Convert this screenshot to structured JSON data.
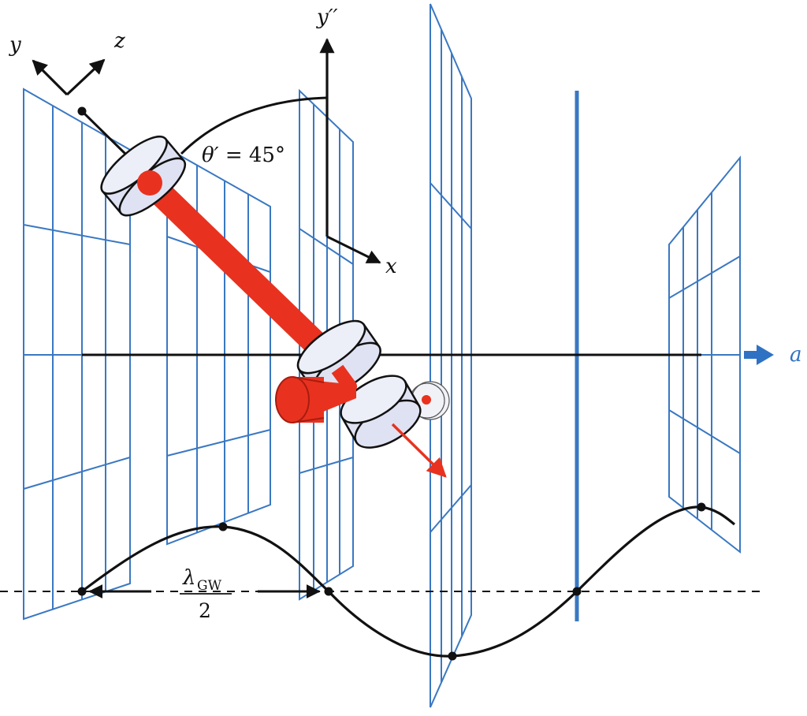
{
  "labels": {
    "axis_y": "y",
    "axis_z": "z",
    "axis_ypp": "y′′",
    "axis_x": "x",
    "angle_symbol": "θ′",
    "angle_rest": " = 45°",
    "axis_a": "a",
    "lambda_symbol": "λ",
    "lambda_sub": "GW",
    "lambda_den": "2"
  },
  "colors": {
    "grid_blue": "#3a78c2",
    "beam_red": "#e8321f",
    "outline_black": "#111111",
    "mirror_fill": "#e4e6f4"
  }
}
